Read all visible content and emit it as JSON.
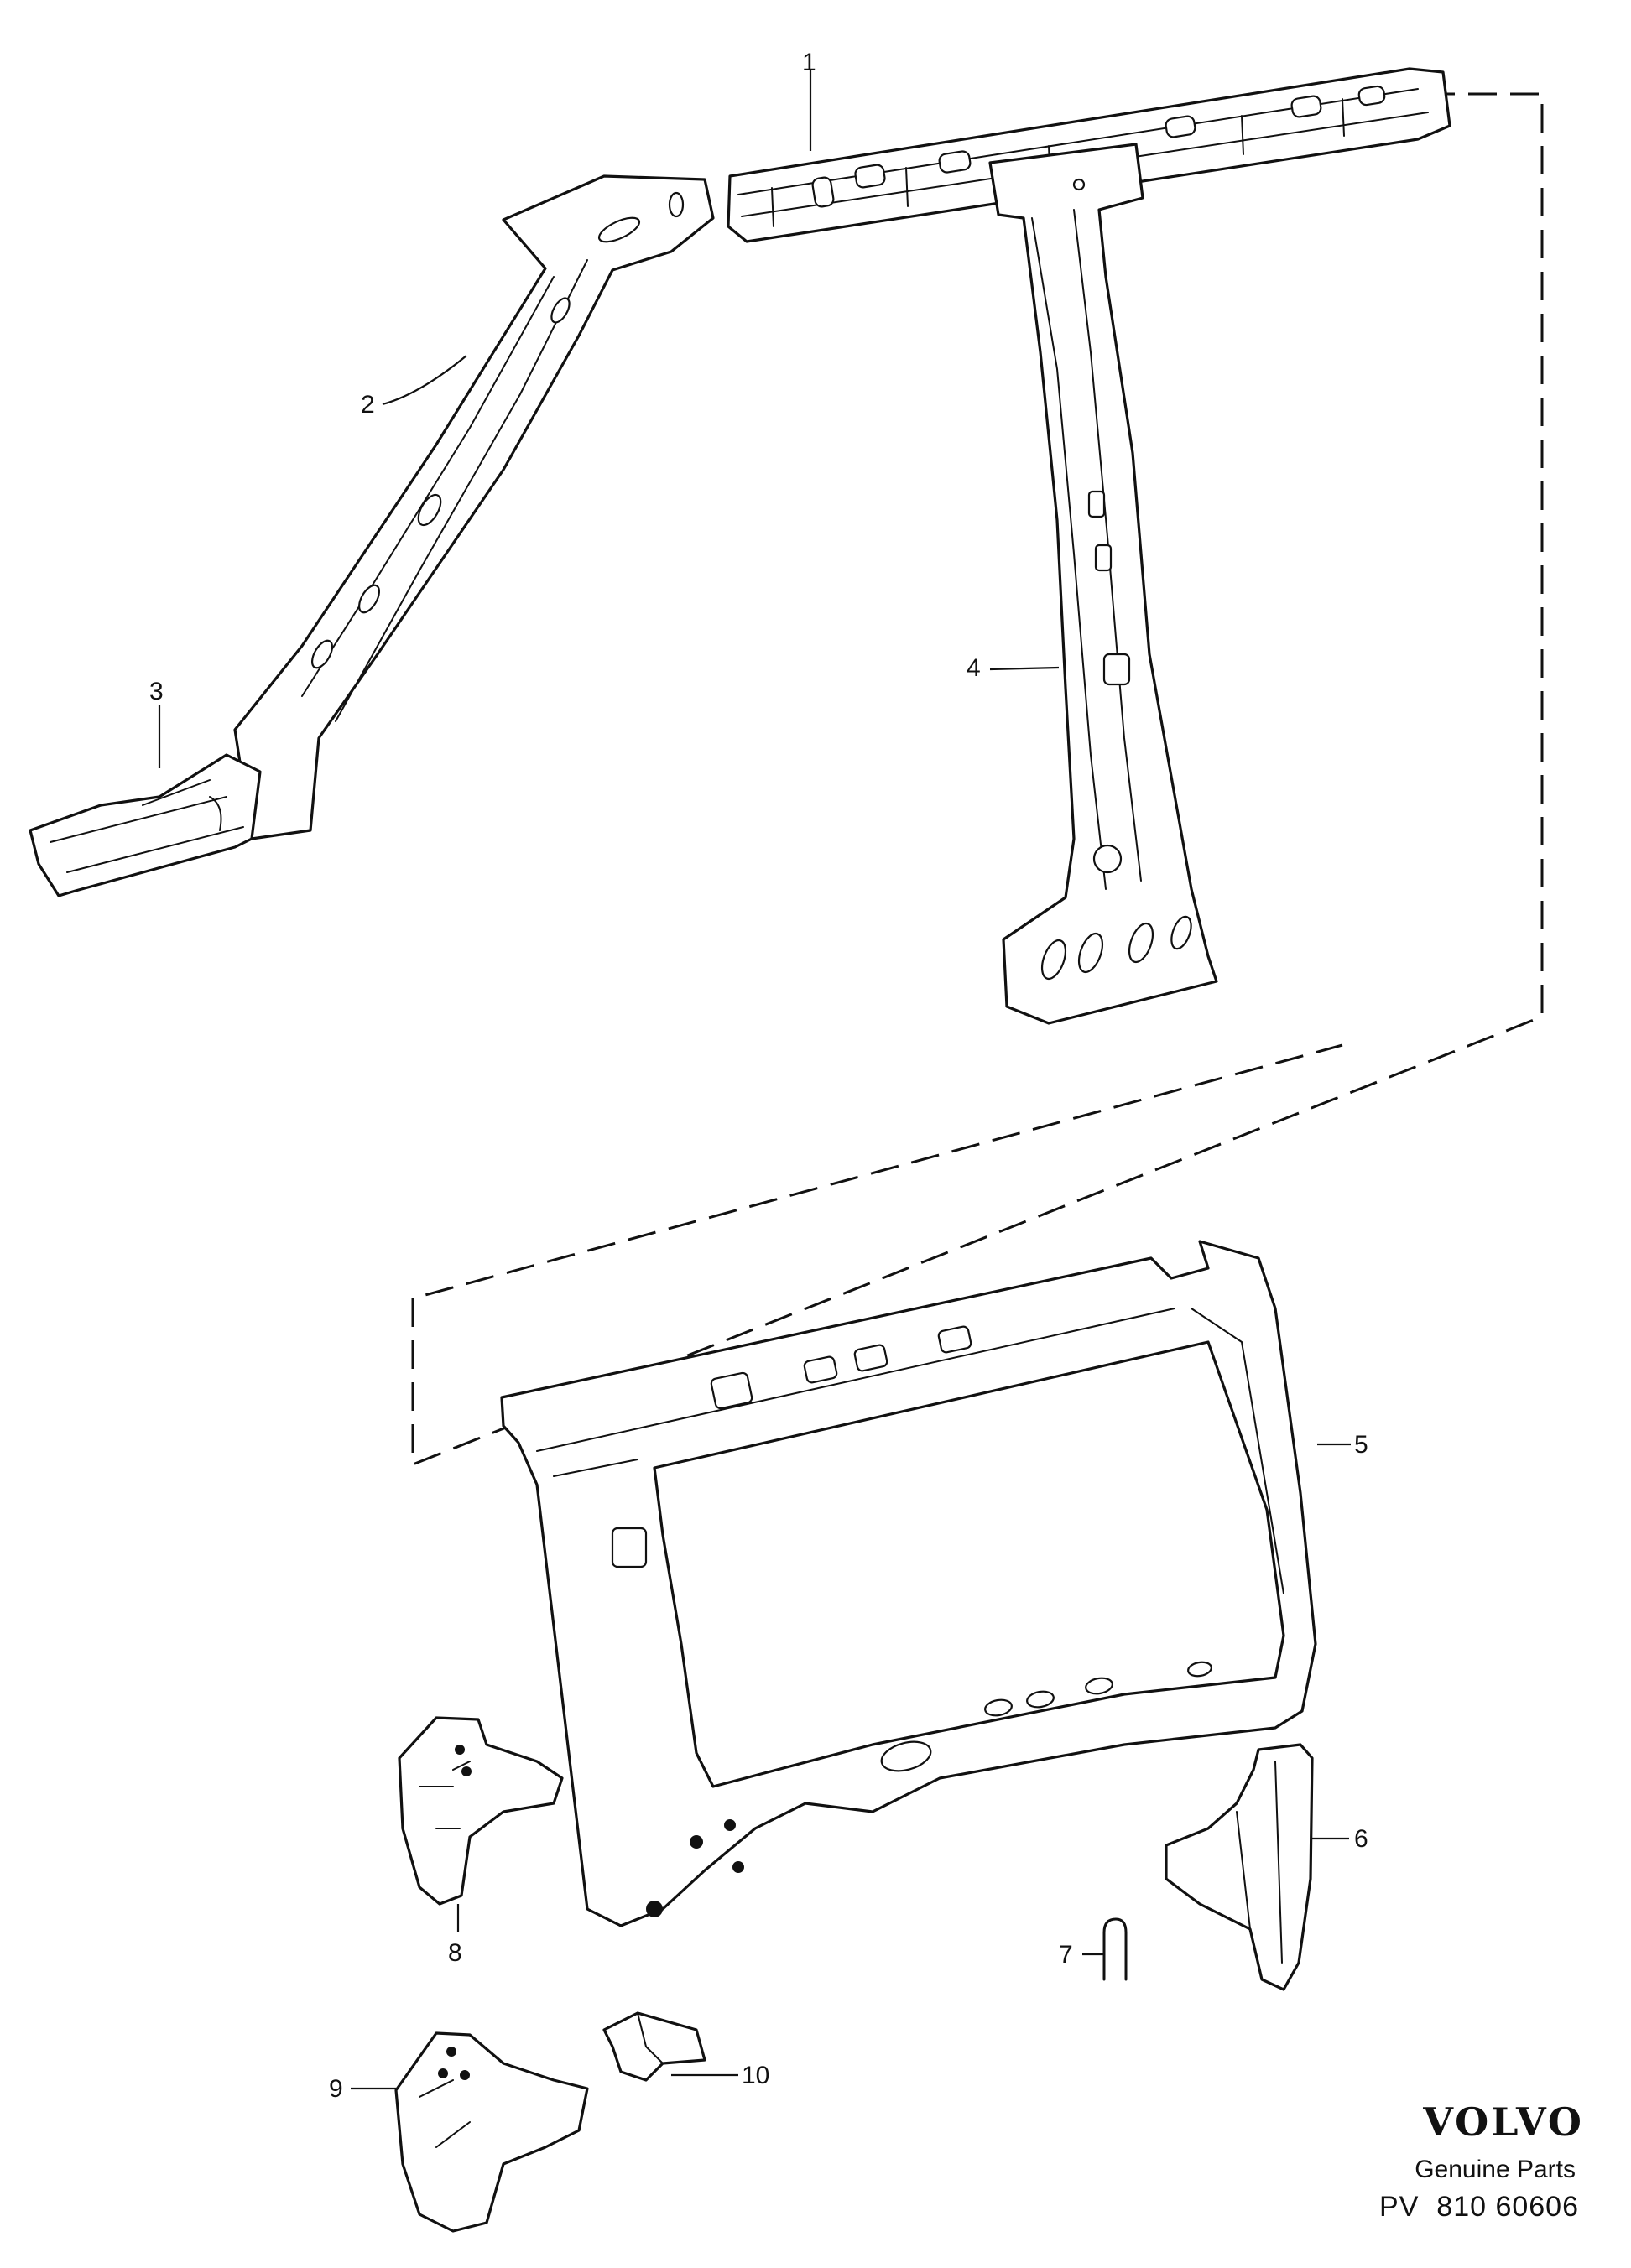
{
  "callouts": [
    "1",
    "2",
    "3",
    "4",
    "5",
    "6",
    "7",
    "8",
    "9",
    "10"
  ],
  "branding": {
    "brand": "VOLVO",
    "subtitle": "Genuine Parts",
    "code": "PV  810 60606"
  },
  "colors": {
    "ink": "#111111",
    "paper": "#ffffff"
  }
}
